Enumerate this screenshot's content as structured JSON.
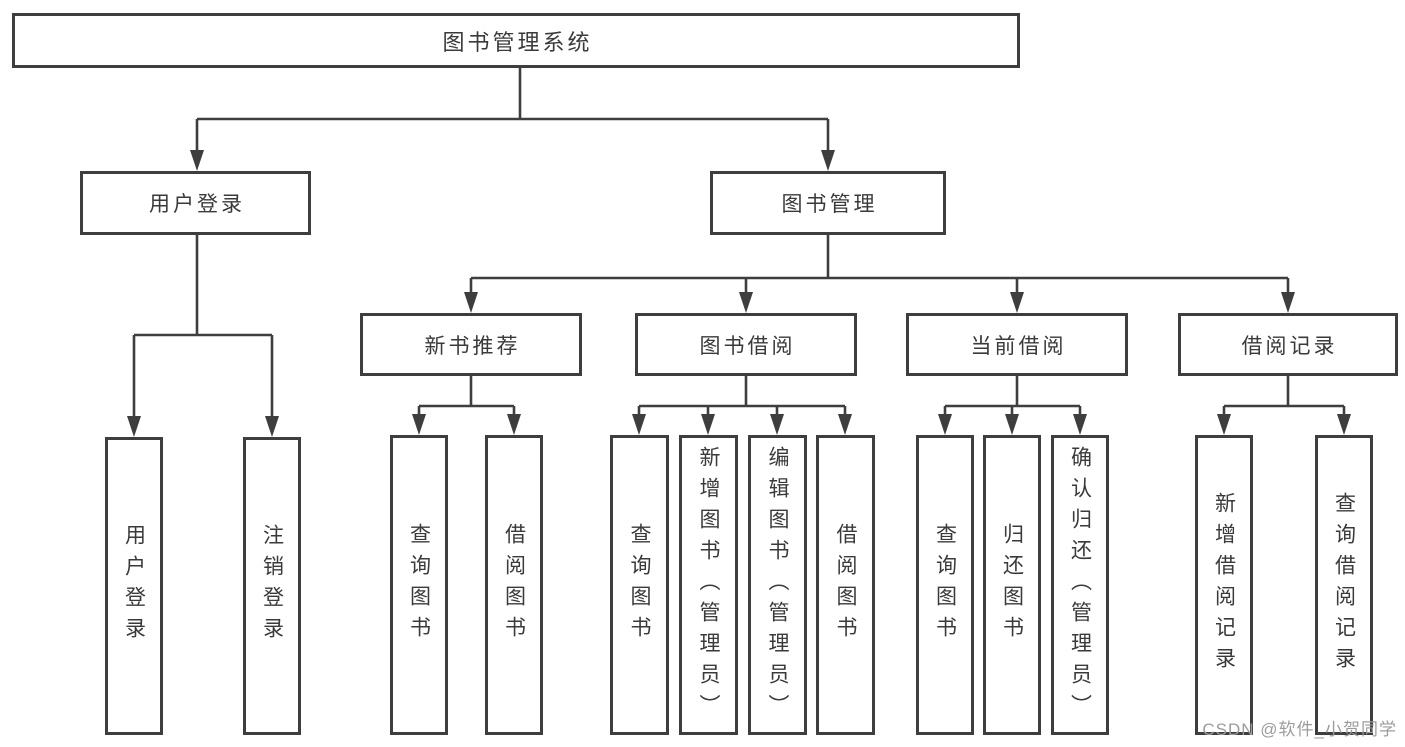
{
  "watermark": "CSDN @软件_小贺同学",
  "tree": {
    "label": "图书管理系统",
    "children": [
      {
        "label": "用户登录",
        "children": [
          {
            "label": "用户登录"
          },
          {
            "label": "注销登录"
          }
        ]
      },
      {
        "label": "图书管理",
        "children": [
          {
            "label": "新书推荐",
            "children": [
              {
                "label": "查询图书"
              },
              {
                "label": "借阅图书"
              }
            ]
          },
          {
            "label": "图书借阅",
            "children": [
              {
                "label": "查询图书"
              },
              {
                "label": "新增图书（管理员）"
              },
              {
                "label": "编辑图书（管理员）"
              },
              {
                "label": "借阅图书"
              }
            ]
          },
          {
            "label": "当前借阅",
            "children": [
              {
                "label": "查询图书"
              },
              {
                "label": "归还图书"
              },
              {
                "label": "确认归还（管理员）"
              }
            ]
          },
          {
            "label": "借阅记录",
            "children": [
              {
                "label": "新增借阅记录"
              },
              {
                "label": "查询借阅记录"
              }
            ]
          }
        ]
      }
    ]
  },
  "colors": {
    "line": "#3e3e3e",
    "text": "#3a3a3a",
    "watermark": "#9c9c9c",
    "background": "#ffffff"
  }
}
